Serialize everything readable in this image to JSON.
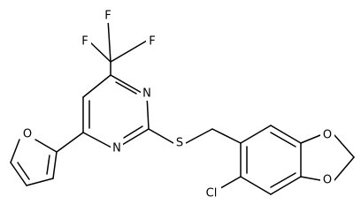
{
  "atoms": {
    "f1": "F",
    "f2": "F",
    "f3": "F",
    "n3": "N",
    "n1": "N",
    "o_furan": "O",
    "s": "S",
    "o_dioxole_top": "O",
    "o_dioxole_bottom": "O",
    "cl": "Cl"
  },
  "colors": {
    "background": "#ffffff",
    "bond": "#000000",
    "label": "#000000"
  }
}
